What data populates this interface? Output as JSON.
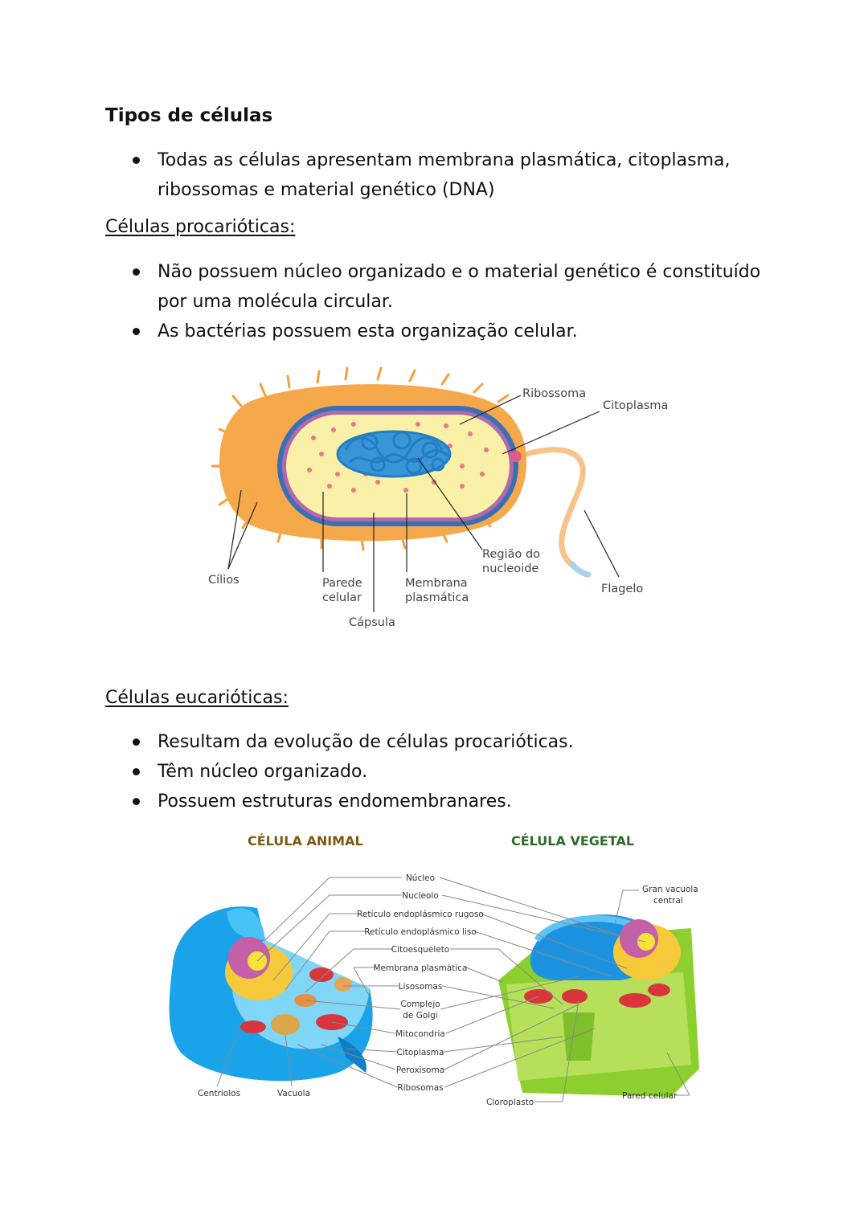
{
  "heading": "Tipos de células",
  "intro_bullets": [
    "Todas as células apresentam membrana plasmática, citoplasma, ribossomas e material genético (DNA)"
  ],
  "prokaryotic": {
    "title": "Células procarióticas:",
    "bullets": [
      "Não possuem núcleo organizado e o material genético é constituído por uma molécula circular.",
      "As bactérias possuem esta organização celular."
    ],
    "labels": {
      "ribossoma": "Ribossoma",
      "citoplasma": "Citoplasma",
      "cilios": "Cílios",
      "parede": [
        "Parede",
        "celular"
      ],
      "membrana": [
        "Membrana",
        "plasmática"
      ],
      "nucleoide": [
        "Região do",
        "nucleoide"
      ],
      "capsula": "Cápsula",
      "flagelo": "Flagelo"
    }
  },
  "eukaryotic": {
    "title": "Células eucarióticas:",
    "bullets": [
      "Resultam da evolução de células procarióticas.",
      "Têm núcleo organizado.",
      "Possuem estruturas endomembranares."
    ],
    "animal_title": "CÉLULA ANIMAL",
    "plant_title": "CÉLULA VEGETAL",
    "center_labels": [
      "Núcleo",
      "Nucleolo",
      "Retículo endoplásmico rugoso",
      "Retículo endoplásmico liso",
      "Citoesqueleto",
      "Membrana plasmática",
      "Lisosomas",
      "Complejo de Golgi",
      "Mitocondria",
      "Citoplasma",
      "Peroxisoma",
      "Ribosomas"
    ],
    "animal_bottom_labels": [
      "Centriolos",
      "Vacuola"
    ],
    "plant_labels": {
      "vacuola": [
        "Gran vacuola",
        "central"
      ],
      "cloroplasto": "Cloroplasto",
      "pared": "Pared celular"
    }
  },
  "colors": {
    "capsule": "#f5a94a",
    "cytoplasm": "#fbf0a8",
    "dna": "#1f7fc2",
    "animal": "#1aa3e8",
    "plant": "#8ccf2e",
    "title_animal": "#7a5a14",
    "title_plant": "#2e6b2a"
  }
}
